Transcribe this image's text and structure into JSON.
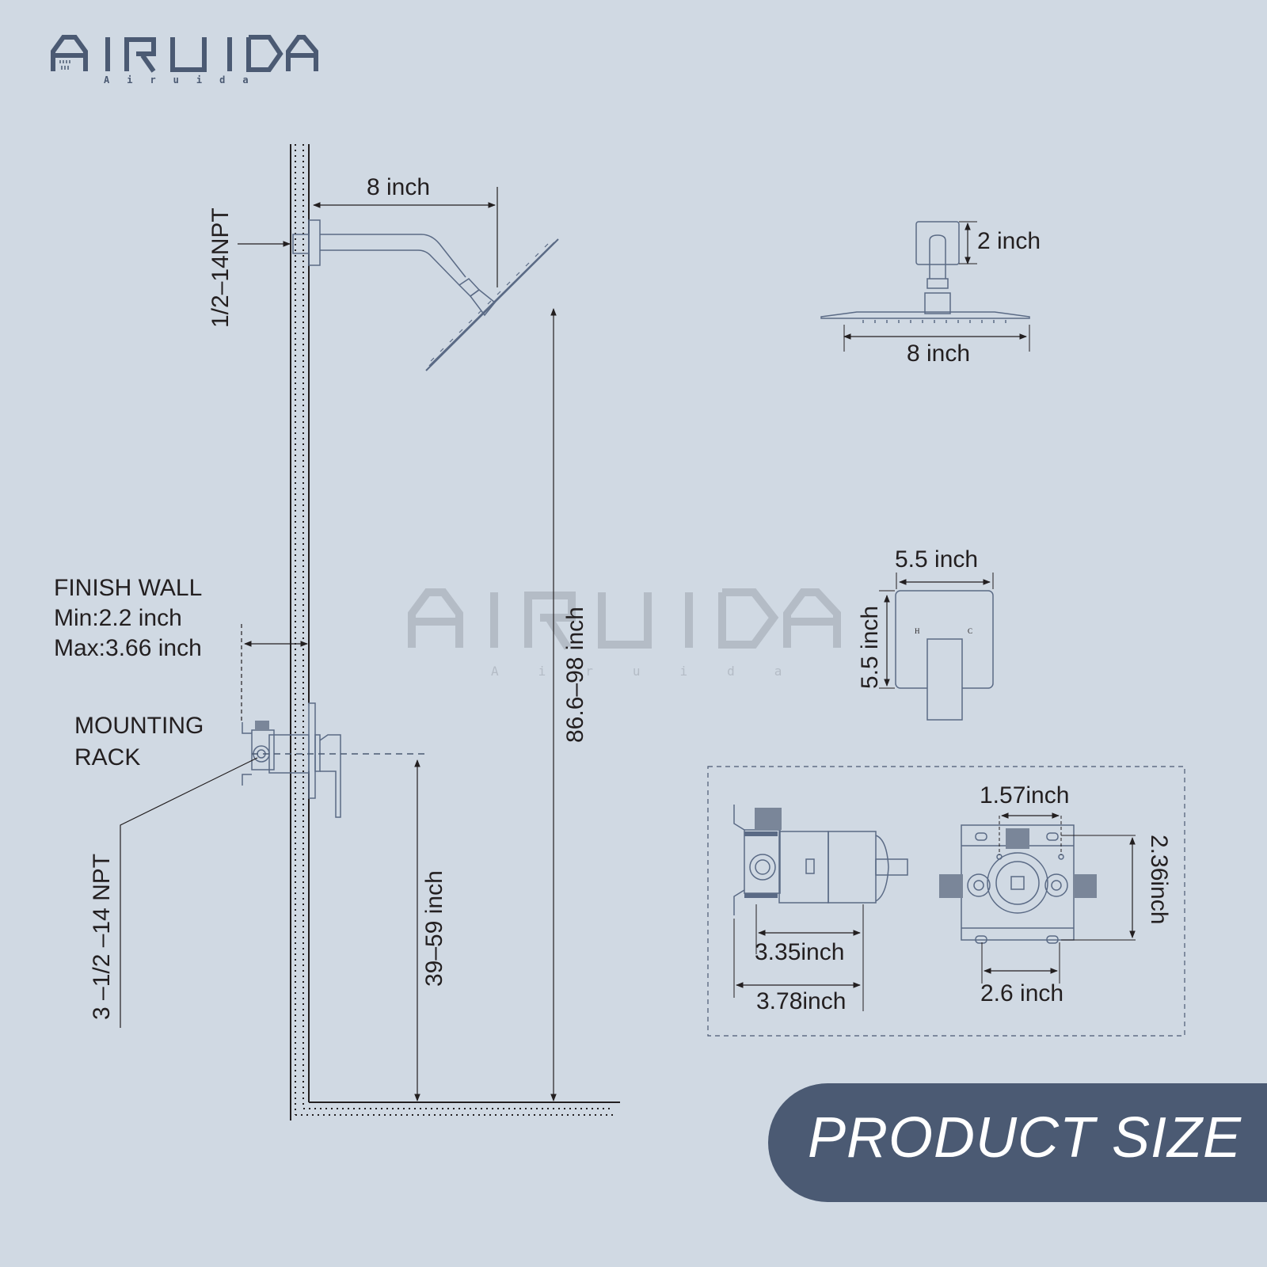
{
  "brand": {
    "logo_text": "AIRUIDA",
    "logo_subtext": "Airuida",
    "watermark_text": "AIRUIDA",
    "watermark_subtext": "Airuida",
    "colors": {
      "background": "#d0d9e3",
      "brand": "#4b5a73",
      "line": "#231f20",
      "part": "#5a6a85",
      "watermark": "#b4bcc6"
    }
  },
  "side_view": {
    "arm_length": "8 inch",
    "arm_thread": "1/2–14NPT",
    "total_height": "86.6–98 inch",
    "valve_height": "39–59 inch",
    "finish_wall": {
      "title": "FINISH WALL",
      "min": "Min:2.2 inch",
      "max": "Max:3.66 inch"
    },
    "mounting_rack": {
      "line1": "MOUNTING",
      "line2": "RACK"
    },
    "valve_thread": "3 –1/2 –14 NPT"
  },
  "shower_head_front": {
    "flange_height": "2 inch",
    "head_width": "8 inch"
  },
  "trim_plate": {
    "width": "5.5 inch",
    "height": "5.5 inch",
    "hot_label": "H",
    "cold_label": "C"
  },
  "valve_body": {
    "side_depth_inner": "3.35inch",
    "side_depth_outer": "3.78inch",
    "hole_spacing_top": "1.57inch",
    "hole_spacing_vertical": "2.36inch",
    "hole_spacing_bottom": "2.6 inch"
  },
  "banner": {
    "label": "PRODUCT SIZE"
  }
}
